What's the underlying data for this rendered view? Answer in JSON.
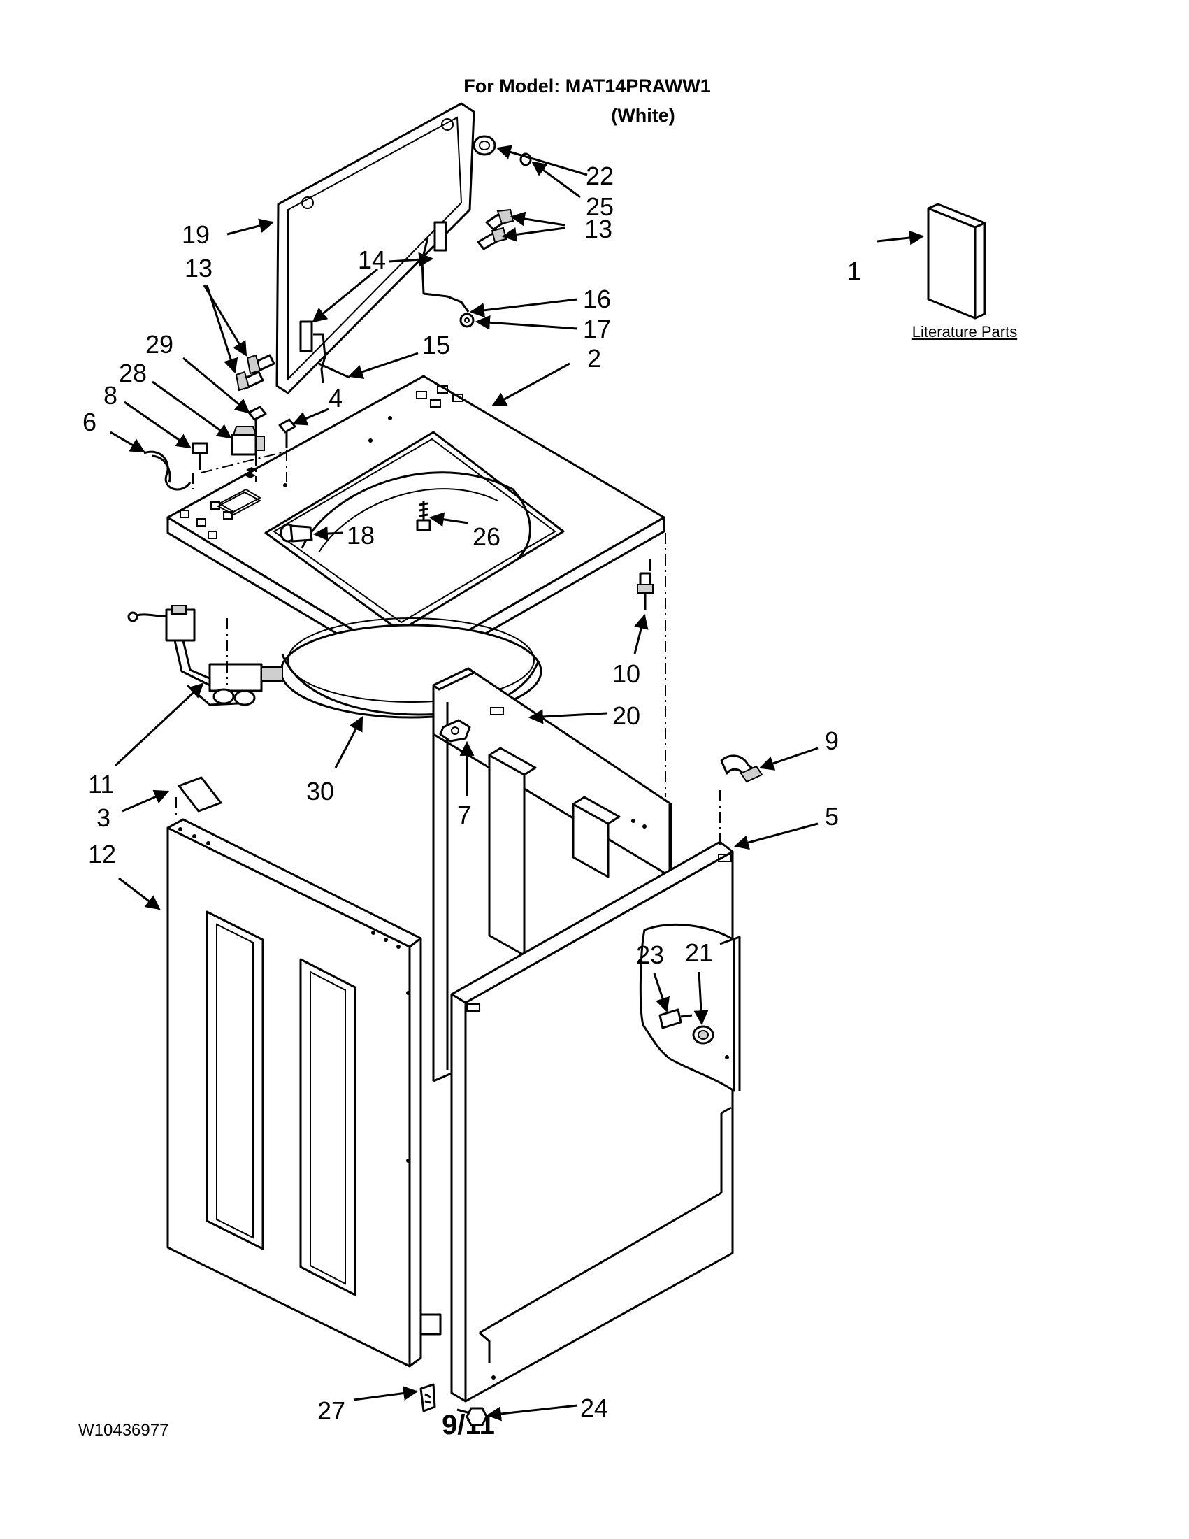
{
  "header": {
    "model_line": "For Model: MAT14PRAWW1",
    "color_line": "(White)"
  },
  "literature_label": "Literature Parts",
  "footer": {
    "document_code": "W10436977",
    "page": "9/11"
  },
  "callouts": {
    "c1": "1",
    "c2": "2",
    "c3": "3",
    "c4": "4",
    "c5": "5",
    "c6": "6",
    "c7": "7",
    "c8": "8",
    "c9": "9",
    "c10": "10",
    "c11": "11",
    "c12": "12",
    "c13a": "13",
    "c13b": "13",
    "c14": "14",
    "c15": "15",
    "c16": "16",
    "c17": "17",
    "c18": "18",
    "c19": "19",
    "c20": "20",
    "c21": "21",
    "c22": "22",
    "c23": "23",
    "c24": "24",
    "c25": "25",
    "c26": "26",
    "c27": "27",
    "c28": "28",
    "c29": "29",
    "c30": "30"
  }
}
